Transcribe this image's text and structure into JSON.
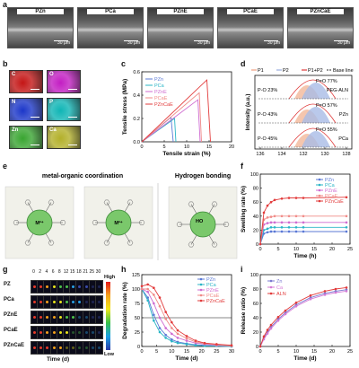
{
  "panels": {
    "a": "a",
    "b": "b",
    "c": "c",
    "d": "d",
    "e": "e",
    "f": "f",
    "g": "g",
    "h": "h",
    "i": "i"
  },
  "a": {
    "samples": [
      "PZn",
      "PCa",
      "PZnE",
      "PCaE",
      "PZnCaE"
    ],
    "scalebar": "30 μm"
  },
  "b": {
    "elements": [
      "C",
      "O",
      "N",
      "P",
      "Zn",
      "Ca"
    ],
    "colors": [
      "#c41616",
      "#c31ec3",
      "#1c37c9",
      "#0fb5b5",
      "#39a531",
      "#b3b02a"
    ]
  },
  "c": {
    "chart_data": {
      "type": "line",
      "xlabel": "Tensile strain (%)",
      "ylabel": "Tensile stress (MPa)",
      "xlim": [
        0,
        20
      ],
      "ylim": [
        0,
        0.6
      ],
      "xticks": [
        0,
        5,
        10,
        15,
        20
      ],
      "yticks": [
        0.0,
        0.2,
        0.4,
        0.6
      ],
      "yticklabels": [
        "0.0",
        "0.2",
        "0.4",
        "0.6"
      ],
      "series": [
        {
          "name": "PZn",
          "color": "#5b79d6",
          "points": [
            [
              0,
              0
            ],
            [
              6.5,
              0.21
            ],
            [
              7,
              0
            ]
          ]
        },
        {
          "name": "PCa",
          "color": "#2ab5c6",
          "points": [
            [
              0,
              0
            ],
            [
              7.3,
              0.2
            ],
            [
              7.6,
              0
            ]
          ]
        },
        {
          "name": "PZnE",
          "color": "#cf6bd0",
          "points": [
            [
              0,
              0
            ],
            [
              12.5,
              0.36
            ],
            [
              13,
              0
            ]
          ]
        },
        {
          "name": "PCaE",
          "color": "#f08a87",
          "points": [
            [
              0,
              0
            ],
            [
              12.8,
              0.42
            ],
            [
              13.3,
              0
            ]
          ]
        },
        {
          "name": "PZnCaE",
          "color": "#e23b3b",
          "points": [
            [
              0,
              0
            ],
            [
              14.5,
              0.53
            ],
            [
              15.3,
              0
            ]
          ]
        }
      ]
    }
  },
  "d": {
    "legend": [
      "P1",
      "P2",
      "P1+P2",
      "Base line"
    ],
    "xlabel": "Binding Energy (eV)",
    "ylabel": "Intensity (a.u.)",
    "xticks": [
      "136",
      "134",
      "132",
      "130",
      "128"
    ],
    "rows": [
      {
        "sample": "PEG-ALN",
        "left": "P-O 23%",
        "right": "P=O 77%"
      },
      {
        "sample": "PZn",
        "left": "P-O 43%",
        "right": "P=O 57%"
      },
      {
        "sample": "PCa",
        "left": "P-O 45%",
        "right": "P=O 55%"
      }
    ]
  },
  "e": {
    "title_left": "metal-organic coordination",
    "title_right": "Hydrogen bonding",
    "ion_label": "M²⁺",
    "oh_label": "HO"
  },
  "f": {
    "chart_data": {
      "type": "line",
      "xlabel": "Time (h)",
      "ylabel": "Swelling rate (%)",
      "xlim": [
        0,
        25
      ],
      "ylim": [
        0,
        100
      ],
      "xticks": [
        0,
        5,
        10,
        15,
        20,
        25
      ],
      "yticks": [
        0,
        20,
        40,
        60,
        80,
        100
      ],
      "x": [
        0,
        1,
        2,
        3,
        4,
        6,
        8,
        10,
        12,
        24
      ],
      "series": [
        {
          "name": "PZn",
          "color": "#5b79d6",
          "values": [
            0,
            15,
            17,
            18,
            18,
            18,
            18,
            18,
            18,
            18
          ]
        },
        {
          "name": "PCa",
          "color": "#2ab5c6",
          "values": [
            0,
            20,
            22,
            24,
            24,
            24,
            24,
            24,
            24,
            24
          ]
        },
        {
          "name": "PZnE",
          "color": "#cf6bd0",
          "values": [
            0,
            28,
            30,
            31,
            31,
            31,
            31,
            31,
            31,
            31
          ]
        },
        {
          "name": "PCaE",
          "color": "#f08a87",
          "values": [
            0,
            35,
            38,
            39,
            40,
            40,
            40,
            40,
            40,
            40
          ]
        },
        {
          "name": "PZnCaE",
          "color": "#e23b3b",
          "values": [
            0,
            45,
            55,
            60,
            63,
            65,
            66,
            66,
            66,
            67
          ]
        }
      ]
    }
  },
  "g": {
    "days": [
      "0",
      "2",
      "4",
      "6",
      "8",
      "12",
      "15",
      "18",
      "21",
      "25",
      "30"
    ],
    "rows": [
      "PZ",
      "PCa",
      "PZnE",
      "PCaE",
      "PZnCaE"
    ],
    "xlabel": "Time (d)",
    "high": "High",
    "low": "Low"
  },
  "h": {
    "chart_data": {
      "type": "line",
      "xlabel": "Time (d)",
      "ylabel": "Degradation rate (%)",
      "xlim": [
        0,
        30
      ],
      "ylim": [
        0,
        125
      ],
      "xticks": [
        0,
        5,
        10,
        15,
        20,
        25,
        30
      ],
      "yticks": [
        0,
        25,
        50,
        75,
        100,
        125
      ],
      "reference_line": 50,
      "x": [
        0,
        2,
        4,
        6,
        8,
        10,
        12,
        15,
        18,
        21,
        25,
        30
      ],
      "series": [
        {
          "name": "PZn",
          "color": "#5b79d6",
          "values": [
            100,
            85,
            55,
            32,
            20,
            12,
            8,
            5,
            3,
            2,
            1,
            0
          ]
        },
        {
          "name": "PCa",
          "color": "#2ab5c6",
          "values": [
            100,
            80,
            45,
            25,
            15,
            9,
            6,
            4,
            2,
            1,
            1,
            0
          ]
        },
        {
          "name": "PZnE",
          "color": "#cf6bd0",
          "values": [
            100,
            95,
            75,
            50,
            32,
            22,
            15,
            10,
            6,
            4,
            2,
            1
          ]
        },
        {
          "name": "PCaE",
          "color": "#f08a87",
          "values": [
            100,
            100,
            90,
            70,
            48,
            32,
            22,
            14,
            8,
            5,
            3,
            1
          ]
        },
        {
          "name": "PZnCaE",
          "color": "#e23b3b",
          "values": [
            105,
            108,
            102,
            85,
            60,
            42,
            28,
            18,
            10,
            6,
            4,
            2
          ]
        }
      ]
    }
  },
  "i": {
    "chart_data": {
      "type": "line",
      "xlabel": "Time (d)",
      "ylabel": "Release ratio (%)",
      "xlim": [
        0,
        25
      ],
      "ylim": [
        0,
        100
      ],
      "xticks": [
        0,
        5,
        10,
        15,
        20,
        25
      ],
      "yticks": [
        0,
        20,
        40,
        60,
        80,
        100
      ],
      "x": [
        0,
        1,
        2,
        3,
        5,
        7,
        10,
        14,
        18,
        21,
        24
      ],
      "series": [
        {
          "name": "Zn",
          "color": "#7a78d0",
          "values": [
            0,
            12,
            20,
            27,
            38,
            47,
            58,
            68,
            74,
            77,
            79
          ]
        },
        {
          "name": "Ca",
          "color": "#d47ad6",
          "values": [
            0,
            10,
            18,
            25,
            36,
            45,
            56,
            66,
            72,
            75,
            77
          ]
        },
        {
          "name": "ALN",
          "color": "#e23b3b",
          "values": [
            0,
            14,
            23,
            30,
            41,
            50,
            61,
            71,
            77,
            80,
            82
          ]
        }
      ]
    }
  }
}
